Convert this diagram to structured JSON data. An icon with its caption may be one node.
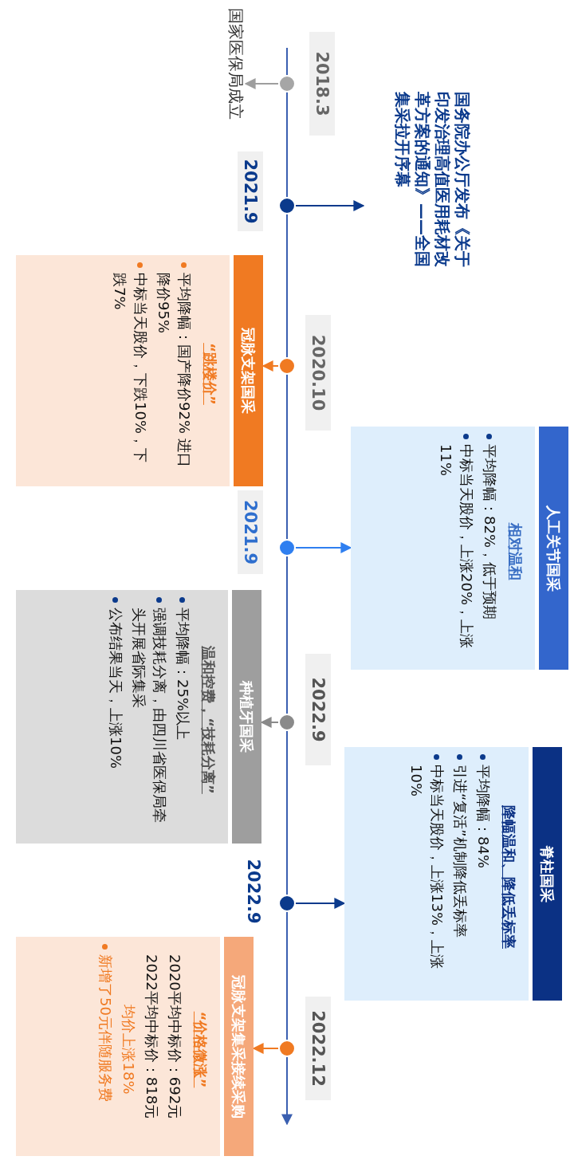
{
  "diagram": {
    "nodes": [
      {
        "text": [],
        "shape": "circle",
        "beside": [
          "2018.3"
        ]
      },
      {
        "text": [
          "国家医保局成立"
        ]
      },
      {
        "text": [],
        "shape": "circle",
        "beside": [
          "2021.9"
        ]
      },
      {
        "text": [
          "国务院办公厅发布《关于印发治理高值医用耗材改革方案的通知》——全国集采拉开序幕"
        ]
      },
      {
        "text": [],
        "shape": "circle",
        "beside": [
          "2020.10"
        ]
      },
      {
        "text": [
          "冠脉支架国采",
          "“跳楼价”",
          "平均降幅：国产降价92% 进口降价95%",
          "中标当天股价，下跌10%，下跌7%"
        ]
      },
      {
        "text": [],
        "shape": "circle",
        "beside": [
          "2021.9"
        ]
      },
      {
        "text": [
          "人工关节国采",
          "相对温和",
          "平均降幅：82%，低于预期",
          "中标当天股价，上涨20%，上涨11%"
        ]
      },
      {
        "text": [],
        "shape": "circle",
        "beside": [
          "2022.9"
        ]
      },
      {
        "text": [
          "种植牙国采",
          "温和控费，“技耗分离”",
          "平均降幅：25%以上",
          "强调技耗分离，由四川省医保局牵头开展省际集采",
          "公布结果当天，上涨10%"
        ]
      },
      {
        "text": [],
        "shape": "circle",
        "beside": [
          "2022.9"
        ]
      },
      {
        "text": [
          "脊柱国采",
          "降幅温和、降低丢标率",
          "平均降幅：84%",
          "引进“复活”机制降低丢标率",
          "中标当天股价，上涨13%，上涨10%"
        ]
      },
      {
        "text": [],
        "shape": "circle",
        "beside": [
          "2022.12"
        ]
      },
      {
        "text": [
          "冠脉支架集采接续采购",
          "“价格微涨”",
          "2020平均中标价：692元",
          "2022平均中标价：818元",
          "均价上涨18%",
          "新增了50元伴随服务费"
        ]
      }
    ],
    "edges": [
      {
        "from": 0,
        "to": 1,
        "arrow": "to",
        "color": "#9e9e9e"
      },
      {
        "from": 2,
        "to": 3,
        "arrow": "to",
        "color": "#0b3a8c"
      },
      {
        "from": 4,
        "to": 5,
        "arrow": "to",
        "color": "#f07a22"
      },
      {
        "from": 6,
        "to": 7,
        "arrow": "to",
        "color": "#2f7ff0"
      },
      {
        "from": 8,
        "to": 9,
        "arrow": "to",
        "color": "#8a8a8a"
      },
      {
        "from": 10,
        "to": 11,
        "arrow": "to",
        "color": "#0b3a8c"
      },
      {
        "from": 12,
        "to": 13,
        "arrow": "to",
        "color": "#f07a22"
      }
    ]
  }
}
